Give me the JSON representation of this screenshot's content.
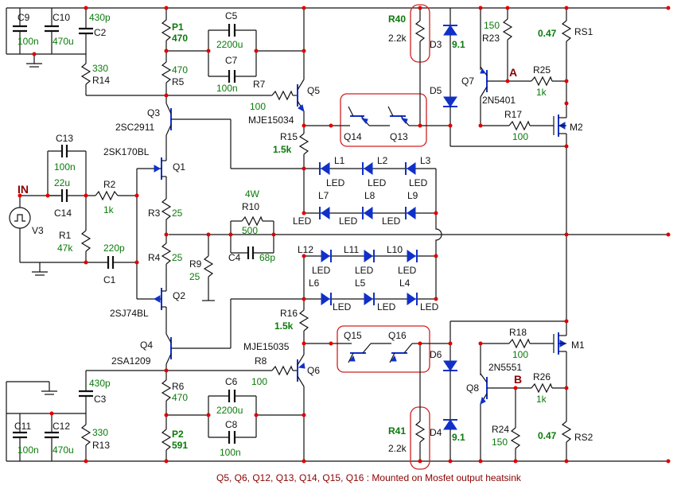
{
  "labels": {
    "in": "IN",
    "v3": "V3",
    "c9": "C9",
    "c9_val": "100n",
    "c10": "C10",
    "c10_val": "470u",
    "c2": "C2",
    "c2_val": "430p",
    "r14": "R14",
    "r14_val": "330",
    "p1": "P1",
    "p1_val": "470",
    "r5": "R5",
    "r5_val": "470",
    "c5": "C5",
    "c5_val": "2200u",
    "c7": "C7",
    "c7_val": "100n",
    "r7": "R7",
    "r7_val": "100",
    "q5": "Q5",
    "q5_part": "MJE15034",
    "q3": "Q3",
    "q3_part": "2SC2911",
    "q1": "Q1",
    "q1_part": "2SK170BL",
    "c13": "C13",
    "c13_val": "100n",
    "c14": "C14",
    "c14_val": "22u",
    "r2": "R2",
    "r2_val": "1k",
    "r1": "R1",
    "r1_val": "47k",
    "c1": "C1",
    "c1_val": "220p",
    "r3": "R3",
    "r3_val": "25",
    "r4": "R4",
    "r4_val": "25",
    "r9": "R9",
    "r9_val": "25",
    "r10": "R10",
    "r10_val": "500",
    "r10_watt": "4W",
    "c4": "C4",
    "c4_val": "68p",
    "q2": "Q2",
    "q2_part": "2SJ74BL",
    "q4": "Q4",
    "q4_part": "2SA1209",
    "r6": "R6",
    "r6_val": "470",
    "p2": "P2",
    "p2_val": "591",
    "c6": "C6",
    "c6_val": "2200u",
    "c8": "C8",
    "c8_val": "100n",
    "r8": "R8",
    "r8_val": "100",
    "q6": "Q6",
    "q6_part": "MJE15035",
    "c3": "C3",
    "c3_val": "430p",
    "r13": "R13",
    "r13_val": "330",
    "c11": "C11",
    "c11_val": "100n",
    "c12": "C12",
    "c12_val": "470u",
    "r15": "R15",
    "r15_val": "1.5k",
    "r16": "R16",
    "r16_val": "1.5k",
    "l1": "L1",
    "l2": "L2",
    "l3": "L3",
    "l4": "L4",
    "l5": "L5",
    "l6": "L6",
    "l7": "L7",
    "l8": "L8",
    "l9": "L9",
    "l10": "L10",
    "l11": "L11",
    "l12": "L12",
    "led": "LED",
    "r40": "R40",
    "r40_val": "2.2k",
    "r41": "R41",
    "r41_val": "2.2k",
    "d3": "D3",
    "d3_val": "9.1",
    "d4": "D4",
    "d4_val": "9.1",
    "d5": "D5",
    "d6": "D6",
    "q14": "Q14",
    "q13": "Q13",
    "q15": "Q15",
    "q16": "Q16",
    "r23": "R23",
    "r23_val": "150",
    "r24": "R24",
    "r24_val": "150",
    "q7": "Q7",
    "q7_part": "2N5401",
    "q8": "Q8",
    "q8_part": "2N5551",
    "node_a": "A",
    "node_b": "B",
    "r25": "R25",
    "r25_val": "1k",
    "r26": "R26",
    "r26_val": "1k",
    "r17": "R17",
    "r17_val": "100",
    "r18": "R18",
    "r18_val": "100",
    "m1": "M1",
    "m2": "M2",
    "rs1": "RS1",
    "rs1_val": "0.47",
    "rs2": "RS2",
    "rs2_val": "0.47"
  },
  "footer_note": "Q5, Q6, Q12, Q13, Q14, Q15, Q16 : Mounted on Mosfet output heatsink"
}
